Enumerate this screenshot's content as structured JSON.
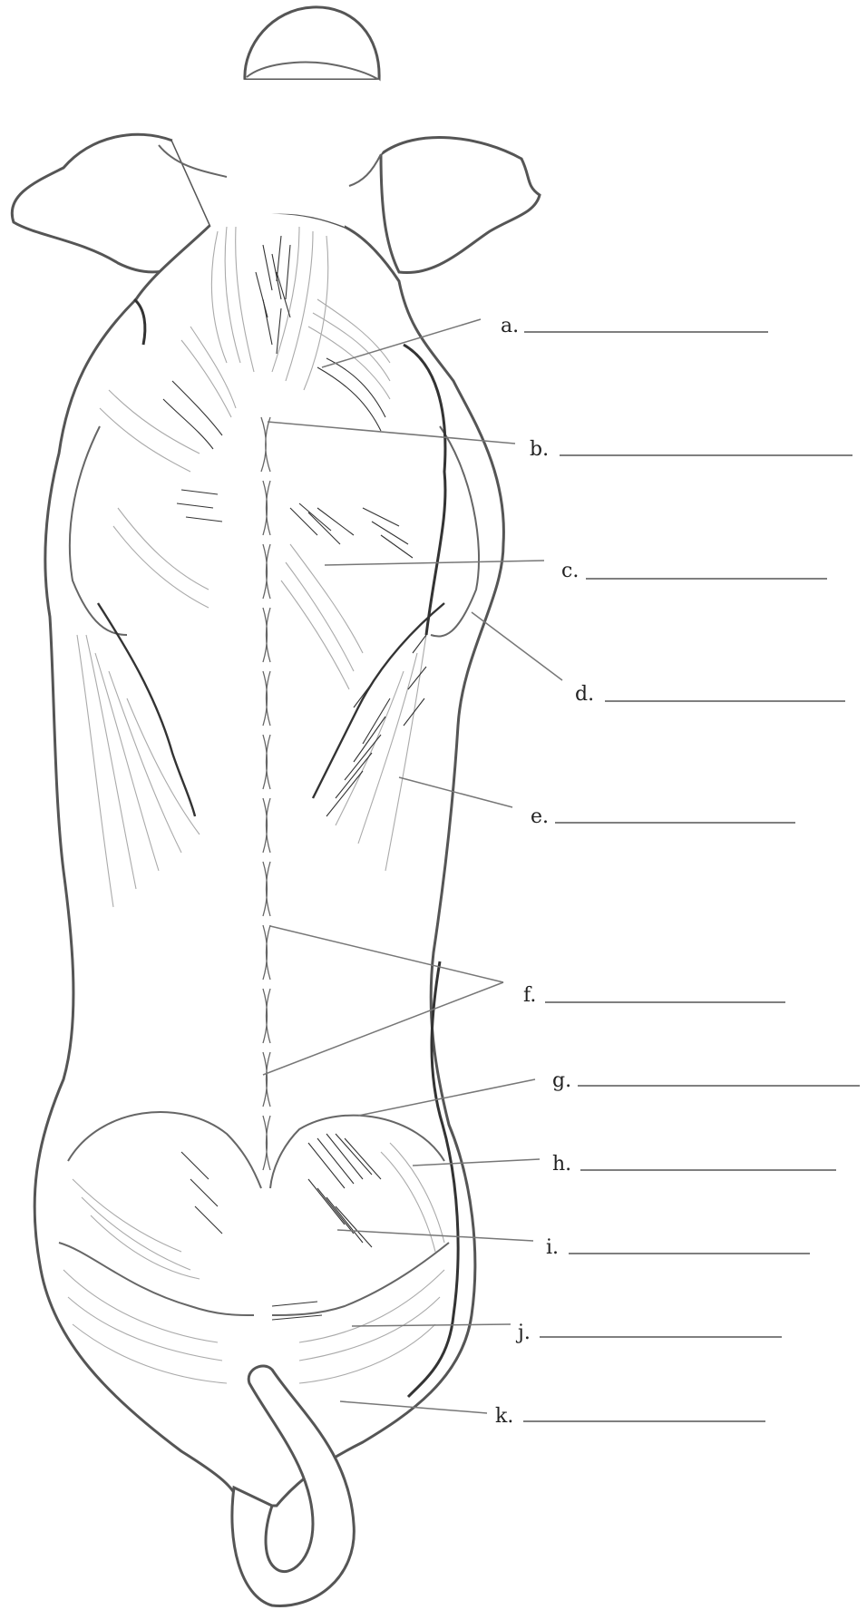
{
  "diagram": {
    "labels": [
      {
        "id": "a",
        "text": "a."
      },
      {
        "id": "b",
        "text": "b."
      },
      {
        "id": "c",
        "text": "c."
      },
      {
        "id": "d",
        "text": "d."
      },
      {
        "id": "e",
        "text": "e."
      },
      {
        "id": "f",
        "text": "f."
      },
      {
        "id": "g",
        "text": "g."
      },
      {
        "id": "h",
        "text": "h."
      },
      {
        "id": "i",
        "text": "i."
      },
      {
        "id": "j",
        "text": "j."
      },
      {
        "id": "k",
        "text": "k."
      }
    ]
  }
}
